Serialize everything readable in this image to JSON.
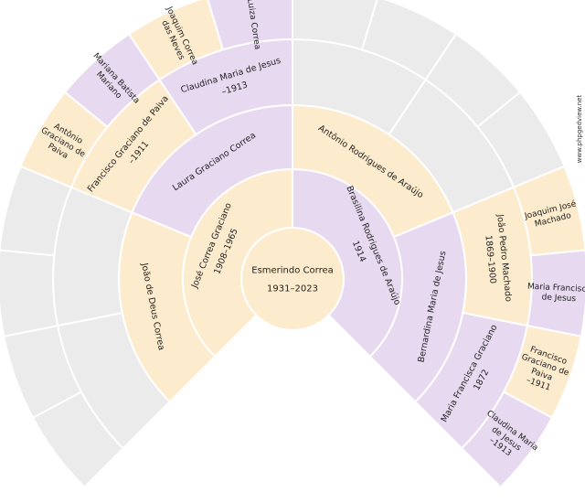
{
  "colors": {
    "male": "#fdebcd",
    "female": "#e7d9f0",
    "empty": "#ebebeb",
    "stroke": "#ffffff"
  },
  "watermark": "www.phpgedview.net",
  "chart": {
    "rings": [
      {
        "cells": [
          {
            "id": "root",
            "gender": "male",
            "lines": [
              "Esmerindo Correa",
              "1931–2023"
            ]
          }
        ]
      },
      {
        "cells": [
          {
            "id": "p1",
            "gender": "male",
            "lines": [
              "José Correa Graciano",
              "1908–1965"
            ]
          },
          {
            "id": "p2",
            "gender": "female",
            "lines": [
              "Brasilina Rodrigues de Araújo",
              "1914"
            ]
          }
        ]
      },
      {
        "cells": [
          {
            "id": "g1",
            "gender": "male",
            "lines": [
              "João de Deus Correa"
            ]
          },
          {
            "id": "g2",
            "gender": "female",
            "lines": [
              "Laura Graciano Correa"
            ]
          },
          {
            "id": "g3",
            "gender": "male",
            "lines": [
              "Antônio Rodrigues de Araújo"
            ]
          },
          {
            "id": "g4",
            "gender": "female",
            "lines": [
              "Bernardina Maria de Jesus"
            ]
          }
        ]
      },
      {
        "cells": [
          {
            "id": "gg1",
            "gender": "empty",
            "lines": []
          },
          {
            "id": "gg2",
            "gender": "empty",
            "lines": []
          },
          {
            "id": "gg3",
            "gender": "male",
            "lines": [
              "Francisco Graciano de Paiva",
              "–1911"
            ]
          },
          {
            "id": "gg4",
            "gender": "female",
            "lines": [
              "Claudina Maria de Jesus",
              "–1913"
            ]
          },
          {
            "id": "gg5",
            "gender": "empty",
            "lines": []
          },
          {
            "id": "gg6",
            "gender": "empty",
            "lines": []
          },
          {
            "id": "gg7",
            "gender": "male",
            "lines": [
              "João Pedro Machado",
              "1869–1900"
            ]
          },
          {
            "id": "gg8",
            "gender": "female",
            "lines": [
              "Maria Francisca Graciano",
              "1872"
            ]
          }
        ]
      },
      {
        "cells": [
          {
            "id": "a1",
            "gender": "empty",
            "lines": []
          },
          {
            "id": "a2",
            "gender": "empty",
            "lines": []
          },
          {
            "id": "a3",
            "gender": "empty",
            "lines": []
          },
          {
            "id": "a4",
            "gender": "empty",
            "lines": []
          },
          {
            "id": "a5",
            "gender": "male",
            "lines": [
              "Antônio",
              "Graciano de",
              "Paiva"
            ]
          },
          {
            "id": "a6",
            "gender": "female",
            "lines": [
              "Mariana Batista",
              "Mariano"
            ]
          },
          {
            "id": "a7",
            "gender": "male",
            "lines": [
              "Joaquim Correa",
              "das Neves"
            ]
          },
          {
            "id": "a8",
            "gender": "female",
            "lines": [
              "Ana Luiza Correa"
            ]
          },
          {
            "id": "a9",
            "gender": "empty",
            "lines": []
          },
          {
            "id": "a10",
            "gender": "empty",
            "lines": []
          },
          {
            "id": "a11",
            "gender": "empty",
            "lines": []
          },
          {
            "id": "a12",
            "gender": "empty",
            "lines": []
          },
          {
            "id": "a13",
            "gender": "male",
            "lines": [
              "Joaquim José",
              "Machado"
            ]
          },
          {
            "id": "a14",
            "gender": "female",
            "lines": [
              "Maria Francisca",
              "de Jesus"
            ]
          },
          {
            "id": "a15",
            "gender": "male",
            "lines": [
              "Francisco",
              "Graciano de",
              "Paiva",
              "–1911"
            ]
          },
          {
            "id": "a16",
            "gender": "female",
            "lines": [
              "Claudina Maria",
              "de Jesus",
              "–1913"
            ]
          }
        ]
      }
    ]
  }
}
